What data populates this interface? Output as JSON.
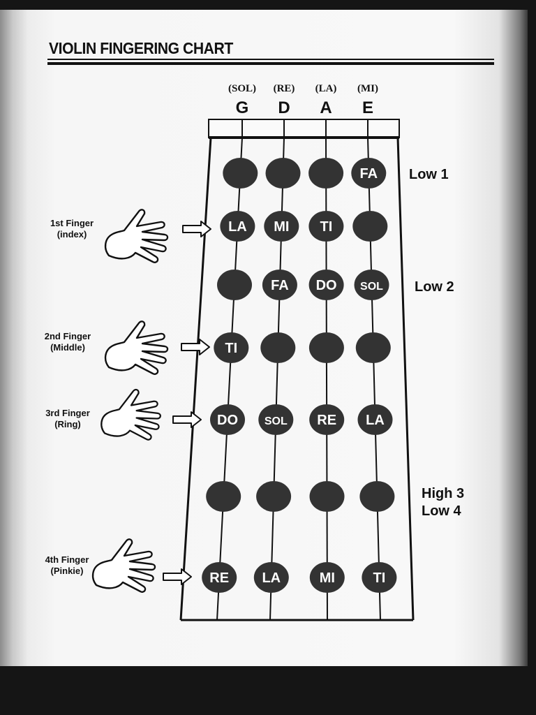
{
  "title": "VIOLIN FINGERING CHART",
  "strings": [
    {
      "solfege": "(SOL)",
      "name": "G"
    },
    {
      "solfege": "(RE)",
      "name": "D"
    },
    {
      "solfege": "(LA)",
      "name": "A"
    },
    {
      "solfege": "(MI)",
      "name": "E"
    }
  ],
  "positions": {
    "low1": "Low 1",
    "low2": "Low 2",
    "high3": "High 3",
    "low4": "Low 4"
  },
  "fingers": [
    {
      "line1": "1st Finger",
      "line2": "(index)"
    },
    {
      "line1": "2nd Finger",
      "line2": "(Middle)"
    },
    {
      "line1": "3rd Finger",
      "line2": "(Ring)"
    },
    {
      "line1": "4th Finger",
      "line2": "(Pinkie)"
    }
  ],
  "rows": [
    [
      "",
      "",
      "",
      "FA"
    ],
    [
      "LA",
      "MI",
      "TI",
      ""
    ],
    [
      "",
      "FA",
      "DO",
      "SOL"
    ],
    [
      "TI",
      "",
      "",
      ""
    ],
    [
      "DO",
      "SOL",
      "RE",
      "LA"
    ],
    [
      "",
      "",
      "",
      ""
    ],
    [
      "RE",
      "LA",
      "MI",
      "TI"
    ]
  ],
  "colors": {
    "ink": "#111111",
    "dot": "#333333",
    "paper": "#f8f8f8"
  }
}
